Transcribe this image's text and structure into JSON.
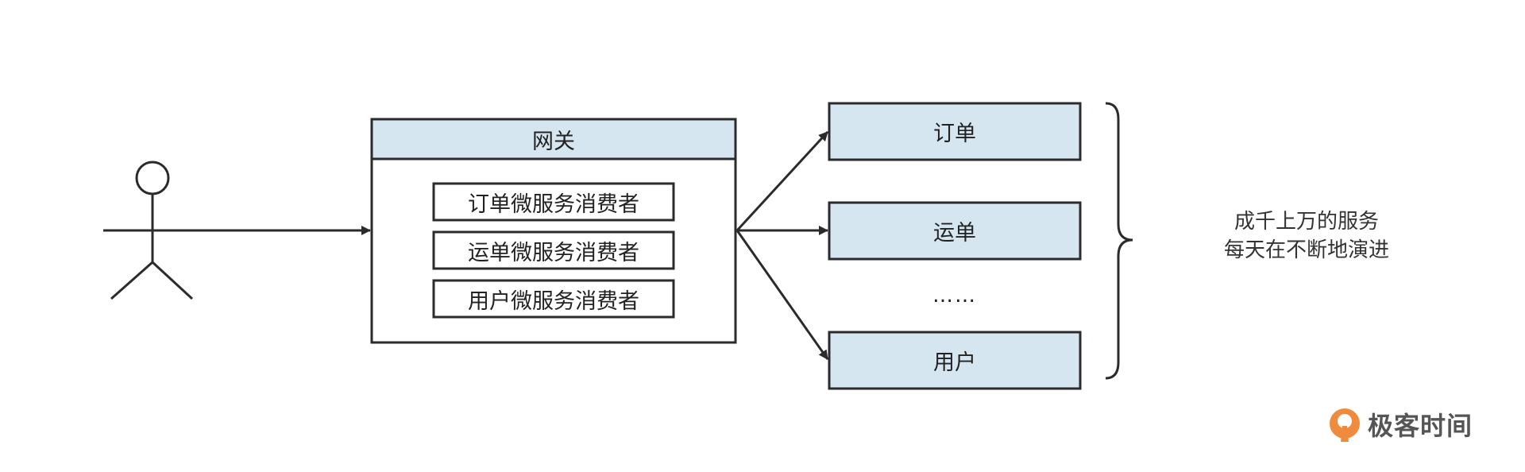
{
  "gateway": {
    "title": "网关",
    "consumers": [
      "订单微服务消费者",
      "运单微服务消费者",
      "用户微服务消费者"
    ]
  },
  "services": [
    "订单",
    "运单",
    "用户"
  ],
  "ellipsis": "……",
  "note": {
    "line1": "成千上万的服务",
    "line2": "每天在不断地演进"
  },
  "logo": {
    "text": "极客时间",
    "icon": "geektime-logo-icon"
  },
  "colors": {
    "box_fill": "#d5e6f0",
    "stroke": "#2b2b2b",
    "logo_orange": "#f08a3c"
  }
}
